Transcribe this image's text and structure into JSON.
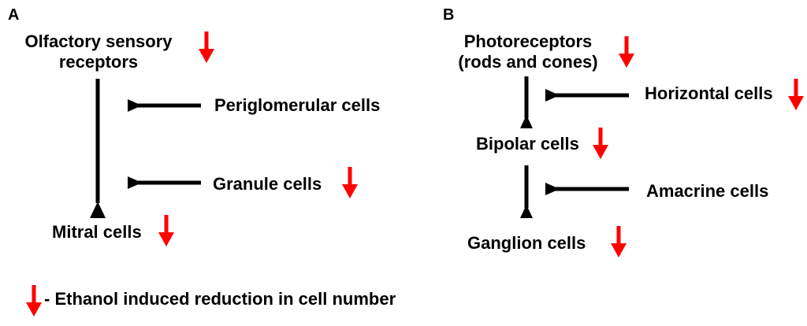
{
  "panels": {
    "a": {
      "letter": "A",
      "receptors": [
        "Olfactory sensory",
        "receptors"
      ],
      "periglomerular": "Periglomerular cells",
      "granule": "Granule cells",
      "mitral": "Mitral cells"
    },
    "b": {
      "letter": "B",
      "photoreceptors": [
        "Photoreceptors",
        "(rods and cones)"
      ],
      "horizontal": "Horizontal cells",
      "bipolar": "Bipolar cells",
      "amacrine": "Amacrine cells",
      "ganglion": "Ganglion cells"
    }
  },
  "legend": {
    "text": "- Ethanol induced reduction in cell number"
  },
  "colors": {
    "arrow": "#ff0000",
    "line": "#000000"
  }
}
